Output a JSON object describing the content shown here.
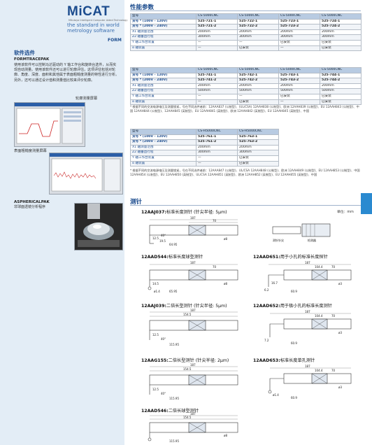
{
  "logo": {
    "brand": "MiCAT",
    "fine_print": "Mitutoyo Intelligent Computer Aided Technology",
    "tagline": "the standard in world metrology software",
    "product": "FORM"
  },
  "left": {
    "section_title": "软件选件",
    "section_sub": "FORMTRACEPAK",
    "section_text": "使用该软件可以控制马达驱动的 Y 轴工作台和旋转台选件，从而实现自动测量。使用该软件还可以进行轮廓评估，这项评估包括对轮廓、角度、深度、面积和其他属于表面粗糙度测量的特性进行分析。另外，还可以通过设计值和测量值比较来评价轮廓。",
    "caption1": "轮廓测量屏幕",
    "caption2": "表面粗糙度测量屏幕",
    "aspheric_title": "ASPHERICALPAK",
    "aspheric_text": "非球面透镜分析程序"
  },
  "main": {
    "title": "性能参数",
    "stylus_title": "测针",
    "unit": "单位：mm"
  },
  "table1": {
    "header": [
      "型号",
      "CS-5000CNC",
      "CS-5000CNC",
      "CS-5000CNC",
      "CS-5000CNC"
    ],
    "rows": [
      [
        "货号 * (100V - 120V)",
        "525-721-1",
        "525-722-1",
        "525-723-1",
        "525-724-1"
      ],
      [
        "货号 * (200V - 240V)",
        "525-721-2",
        "525-722-2",
        "525-723-2",
        "525-724-2"
      ],
      [
        "X1 轴测量范围",
        "200mm",
        "200mm",
        "200mm",
        "200mm"
      ],
      [
        "Z2 轴垂直行程",
        "300mm",
        "300mm",
        "300mm",
        "300mm"
      ],
      [
        "Y 轴工作台装置",
        "—",
        "—",
        "已安装",
        "已安装"
      ],
      [
        "α 轴装置",
        "—",
        "已安装",
        "—",
        "已安装"
      ]
    ]
  },
  "table2": {
    "header": [
      "型号",
      "CS-5000CNC",
      "CS-5000CNC",
      "CS-5000CNC",
      "CS-5000CNC"
    ],
    "rows": [
      [
        "货号 * (100V - 120V)",
        "525-741-1",
        "525-742-1",
        "525-743-1",
        "525-744-1"
      ],
      [
        "货号 * (200V - 240V)",
        "525-741-2",
        "525-742-2",
        "525-743-2",
        "525-744-2"
      ],
      [
        "X1 轴测量范围",
        "200mm",
        "200mm",
        "200mm",
        "200mm"
      ],
      [
        "Z2 轴垂直行程",
        "500mm",
        "500mm",
        "500mm",
        "500mm"
      ],
      [
        "Y 轴工作台装置",
        "—",
        "—",
        "已安装",
        "已安装"
      ],
      [
        "α 轴装置",
        "—",
        "已安装",
        "—",
        "已安装"
      ]
    ],
    "note": "* 根据不同的交流电源电压及测量锁紧，号在不同选件者前：12AAA837 (公制型)、(UL/CSA) 12AAH838 (公制型)、欧洲 12AAH839 (公制型)、EU 12AAH843 (公制型)、中国 12AAH844 (公制型)、12AAH845 (英制型)、EU 12AAH841 (英制型)、欧洲 12AAH842 (英制型)、EU 12AAH845 (英制型)、中国"
  },
  "table3": {
    "header": [
      "型号",
      "CS-H5000CNC",
      "CS-H5000CNC"
    ],
    "rows": [
      [
        "货号 * (100V - 120V)",
        "525-761-1",
        "525-763-1"
      ],
      [
        "货号 * (200V - 240V)",
        "525-761-2",
        "525-763-2"
      ],
      [
        "X1 轴测量范围",
        "200mm",
        "200mm"
      ],
      [
        "Z2 轴垂直行程",
        "300mm",
        "300mm"
      ],
      [
        "Y 轴工作台装置",
        "—",
        "已安装"
      ],
      [
        "α 轴装置",
        "—",
        "已安装"
      ]
    ],
    "note": "* 根据不同的交流电源电压及测量锁紧，号在不同选件者前：12AAA847 (公制型)、UL/CSA 12AAH848 (公制型)、欧洲 12AAH849 (公制型)、EU 12AAH853 (公制型)、中国 12AAH854 (公制型)、EU 12AAH850 (英制型)、UL/CSA 12AAH851 (英制型)、欧洲 12AAH852 (英制型)、EU 12AAH855 (英制型)、中国"
  },
  "styli": [
    {
      "code": "12AAJ037:",
      "desc": "标准长度测针 (针尖半径: 5μm)"
    },
    {
      "code": "12AAD544:",
      "desc": "标准长度球型测针"
    },
    {
      "code": "12AAD651:",
      "desc": "用于小孔的标准长度探针"
    },
    {
      "code": "12AAJ039:",
      "desc": "二倍长型测针 (针尖半径: 5μm)"
    },
    {
      "code": "12AAD652:",
      "desc": "用于极小孔的标准长度测针"
    },
    {
      "code": "12AAG155:",
      "desc": "二倍长型测针 (针尖半径: 2μm)"
    },
    {
      "code": "12AAD653:",
      "desc": "标准长度单孔测针"
    },
    {
      "code": "12AAD546:",
      "desc": "二倍长球型测针"
    }
  ],
  "drawing_labels": {
    "tip_label": "测针针尖",
    "detector_label": "检测器"
  },
  "dims": {
    "d1": [
      "187",
      "70",
      "12.5",
      "19.5",
      "64.95",
      "ø8",
      "40°"
    ],
    "d2": [
      "187",
      "70",
      "14.5",
      "ø8",
      "65.95",
      "ø1.4"
    ],
    "d3": [
      "187",
      "70",
      "104.4",
      "ø3",
      "16.7",
      "6.2",
      "60.9"
    ],
    "d4": [
      "187",
      "154.5",
      "12.5",
      "40°",
      "115.95"
    ],
    "d5": [
      "187",
      "70",
      "104.4",
      "ø3",
      "7.2",
      "60.9"
    ],
    "d6": [
      "187",
      "154.5",
      "12.5",
      "40°",
      "115.95"
    ],
    "d7": [
      "187",
      "70",
      "104.4",
      "ø3",
      "ø1.4",
      "60.9"
    ],
    "d8": [
      "187",
      "154.5",
      "ø8",
      "115.95"
    ]
  }
}
